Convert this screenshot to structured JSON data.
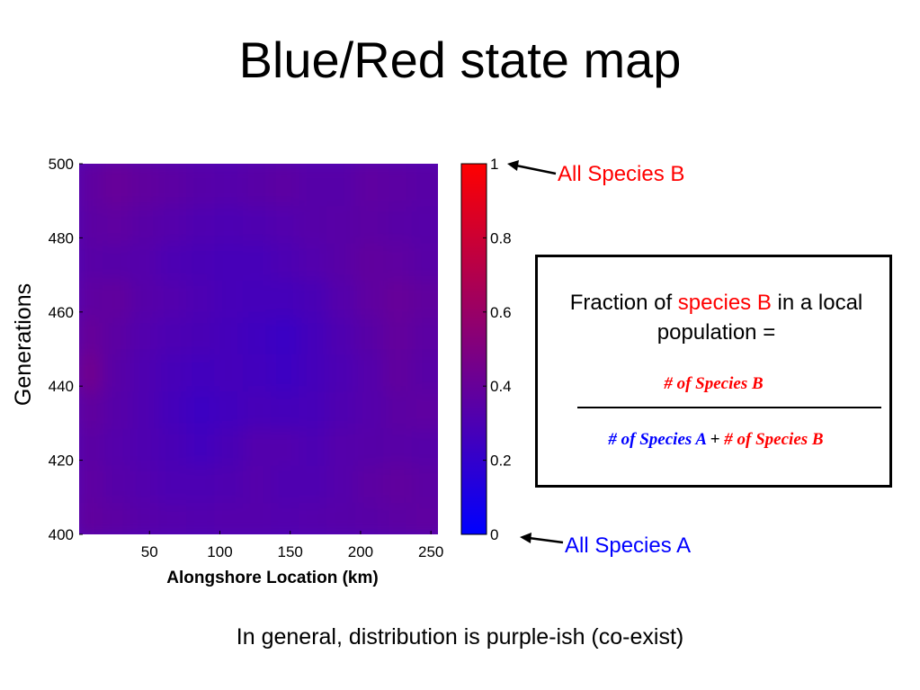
{
  "slide": {
    "title": "Blue/Red state map",
    "caption": "In general, distribution is purple-ish (co-exist)"
  },
  "chart_data": {
    "type": "heatmap",
    "xlabel": "Alongshore Location (km)",
    "ylabel": "Generations",
    "x_ticks": [
      50,
      100,
      150,
      200,
      250
    ],
    "y_ticks": [
      400,
      420,
      440,
      460,
      480,
      500
    ],
    "xlim": [
      0,
      255
    ],
    "ylim": [
      400,
      500
    ],
    "colorbar": {
      "min": 0,
      "max": 1,
      "ticks": [
        "0",
        "0.2",
        "0.4",
        "0.6",
        "0.8",
        "1"
      ],
      "min_color": "#0000ff",
      "max_color": "#ff0000",
      "top_label": "All Species B",
      "bottom_label": "All Species A"
    },
    "grid": false,
    "x_centers": [
      10,
      30,
      50,
      70,
      90,
      110,
      130,
      150,
      170,
      190,
      210,
      230,
      250
    ],
    "y_centers": [
      405,
      415,
      425,
      435,
      445,
      455,
      465,
      475,
      485,
      495
    ],
    "values": [
      [
        0.38,
        0.36,
        0.34,
        0.33,
        0.32,
        0.33,
        0.33,
        0.32,
        0.33,
        0.34,
        0.35,
        0.36,
        0.37
      ],
      [
        0.37,
        0.34,
        0.32,
        0.3,
        0.3,
        0.31,
        0.33,
        0.31,
        0.31,
        0.33,
        0.36,
        0.38,
        0.36
      ],
      [
        0.36,
        0.33,
        0.31,
        0.29,
        0.26,
        0.29,
        0.32,
        0.32,
        0.3,
        0.33,
        0.34,
        0.35,
        0.34
      ],
      [
        0.38,
        0.34,
        0.31,
        0.27,
        0.24,
        0.26,
        0.28,
        0.27,
        0.28,
        0.31,
        0.33,
        0.36,
        0.37
      ],
      [
        0.44,
        0.35,
        0.31,
        0.28,
        0.26,
        0.27,
        0.26,
        0.24,
        0.27,
        0.3,
        0.33,
        0.38,
        0.35
      ],
      [
        0.4,
        0.36,
        0.32,
        0.3,
        0.29,
        0.27,
        0.25,
        0.23,
        0.27,
        0.31,
        0.35,
        0.39,
        0.36
      ],
      [
        0.37,
        0.38,
        0.34,
        0.32,
        0.3,
        0.28,
        0.27,
        0.27,
        0.29,
        0.33,
        0.37,
        0.4,
        0.38
      ],
      [
        0.35,
        0.34,
        0.33,
        0.3,
        0.29,
        0.28,
        0.28,
        0.3,
        0.32,
        0.35,
        0.38,
        0.37,
        0.35
      ],
      [
        0.36,
        0.37,
        0.35,
        0.33,
        0.31,
        0.3,
        0.31,
        0.32,
        0.34,
        0.35,
        0.36,
        0.35,
        0.34
      ],
      [
        0.37,
        0.4,
        0.38,
        0.36,
        0.34,
        0.33,
        0.35,
        0.36,
        0.34,
        0.34,
        0.37,
        0.36,
        0.35
      ]
    ]
  },
  "formula": {
    "definition_prefix": "Fraction of",
    "definition_highlight": "species B",
    "definition_suffix": "in a local population =",
    "numerator": "# of Species B",
    "denominator_a": "# of Species A",
    "denominator_plus": "+",
    "denominator_b": "# of Species B",
    "color_a": "#0000ff",
    "color_b": "#ff0000"
  }
}
